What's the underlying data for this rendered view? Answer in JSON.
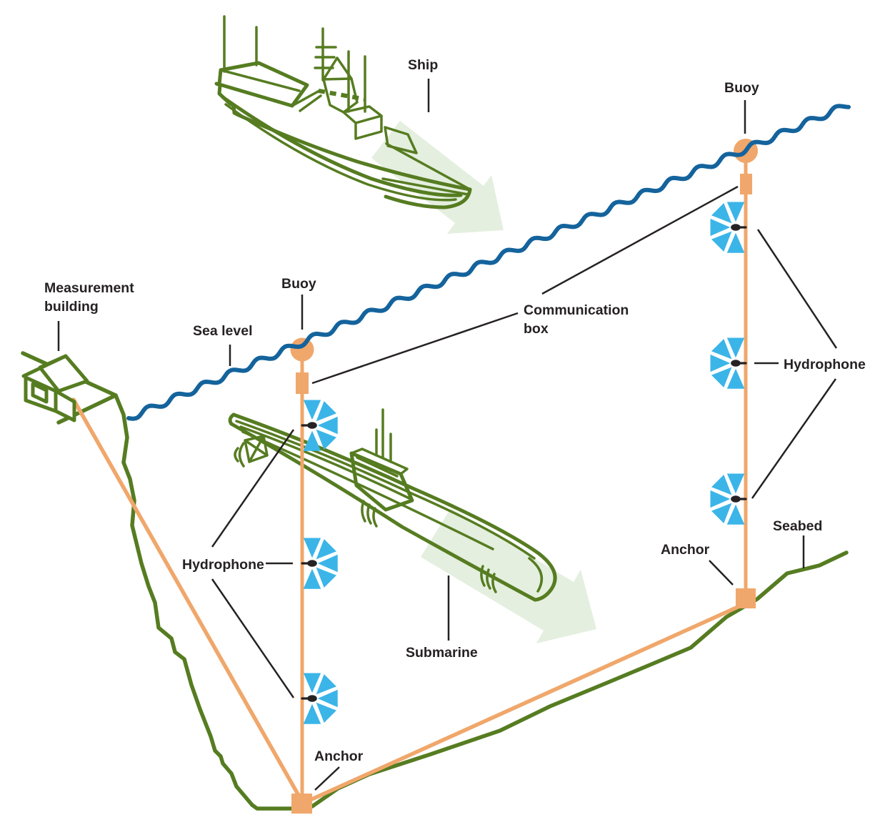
{
  "labels": {
    "ship": "Ship",
    "buoy_left": "Buoy",
    "buoy_right": "Buoy",
    "measurement_building_line1": "Measurement",
    "measurement_building_line2": "building",
    "sea_level": "Sea level",
    "communication_box_line1": "Communication",
    "communication_box_line2": "box",
    "hydrophone_left": "Hydrophone",
    "hydrophone_right": "Hydrophone",
    "submarine": "Submarine",
    "anchor_left": "Anchor",
    "anchor_right": "Anchor",
    "seabed": "Seabed"
  },
  "colors": {
    "line_green": "#567C21",
    "sea_blue": "#14639C",
    "cable_orange": "#F0A76B",
    "sound_cyan": "#3BB5E8",
    "label_dark": "#262223",
    "motion_arrow_green": "#E4EFDF",
    "background": "#FFFFFF"
  },
  "icons": {
    "buoy": "orange-circle",
    "communication_box": "orange-rectangle",
    "hydrophone": "black-microphone-dot-with-converging-cyan-arrows",
    "anchor": "orange-square",
    "mooring_line": "orange-vertical-line",
    "signal_cable": "orange-diagonal-line",
    "sea_surface": "blue-wavy-line",
    "seabed_terrain": "green-polyline",
    "motion_arrow": "pale-green-arrow"
  }
}
